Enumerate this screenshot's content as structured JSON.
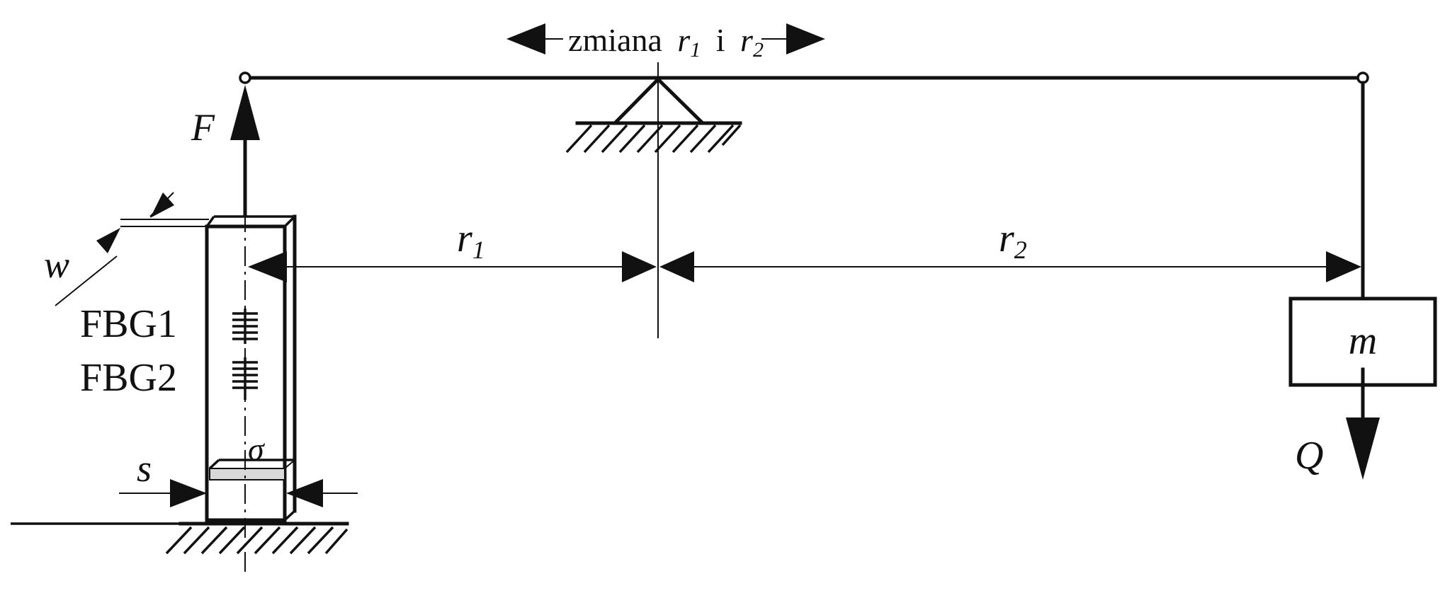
{
  "labels": {
    "adjust_caption": "zmiana",
    "adjust_r1": "r",
    "adjust_r1_sub": "1",
    "adjust_conj": "i",
    "adjust_r2": "r",
    "adjust_r2_sub": "2",
    "force": "F",
    "width": "w",
    "sensor1": "FBG1",
    "sensor2": "FBG2",
    "thickness": "s",
    "stress": "σ",
    "arm1": "r",
    "arm1_sub": "1",
    "arm2": "r",
    "arm2_sub": "2",
    "mass": "m",
    "weight": "Q"
  }
}
